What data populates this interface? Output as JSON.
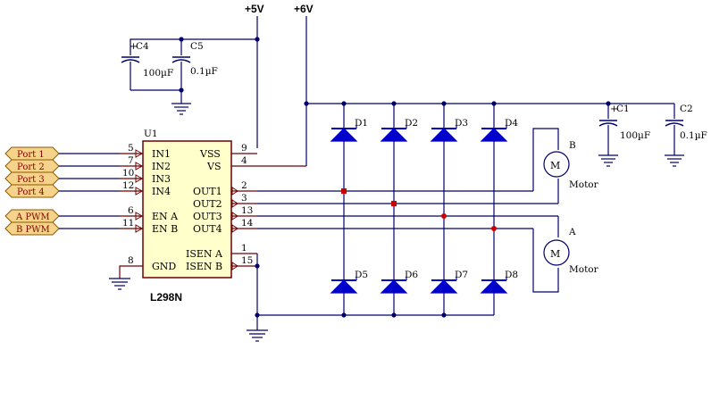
{
  "supplies": {
    "v5": "+5V",
    "v6": "+6V"
  },
  "capacitors": [
    {
      "ref": "C4",
      "plus": "+",
      "value": "100µF"
    },
    {
      "ref": "C5",
      "plus": "",
      "value": "0.1µF"
    },
    {
      "ref": "C1",
      "plus": "+",
      "value": "100µF"
    },
    {
      "ref": "C2",
      "plus": "",
      "value": "0.1µF"
    }
  ],
  "ic": {
    "ref": "U1",
    "part": "L298N",
    "left_pins": [
      {
        "num": "5",
        "name": "IN1"
      },
      {
        "num": "7",
        "name": "IN2"
      },
      {
        "num": "10",
        "name": "IN3"
      },
      {
        "num": "12",
        "name": "IN4"
      },
      {
        "num": "6",
        "name": "EN A"
      },
      {
        "num": "11",
        "name": "EN B"
      },
      {
        "num": "8",
        "name": "GND"
      }
    ],
    "right_pins": [
      {
        "num": "9",
        "name": "VSS"
      },
      {
        "num": "4",
        "name": "VS"
      },
      {
        "num": "2",
        "name": "OUT1"
      },
      {
        "num": "3",
        "name": "OUT2"
      },
      {
        "num": "13",
        "name": "OUT3"
      },
      {
        "num": "14",
        "name": "OUT4"
      },
      {
        "num": "1",
        "name": "ISEN A"
      },
      {
        "num": "15",
        "name": "ISEN B"
      }
    ]
  },
  "ports": [
    "Port 1",
    "Port 2",
    "Port 3",
    "Port 4",
    "A PWM",
    "B PWM"
  ],
  "diodes": [
    "D1",
    "D2",
    "D3",
    "D4",
    "D5",
    "D6",
    "D7",
    "D8"
  ],
  "motors": [
    {
      "letter": "B",
      "symbol": "M",
      "label": "Motor"
    },
    {
      "letter": "A",
      "symbol": "M",
      "label": "Motor"
    }
  ],
  "colors": {
    "wire": "#00006e",
    "pin": "#6e0000",
    "diode": "#0000cc",
    "port": "#f5d38a",
    "ic_body": "#ffffcc",
    "junction_out": "#cc0000"
  }
}
